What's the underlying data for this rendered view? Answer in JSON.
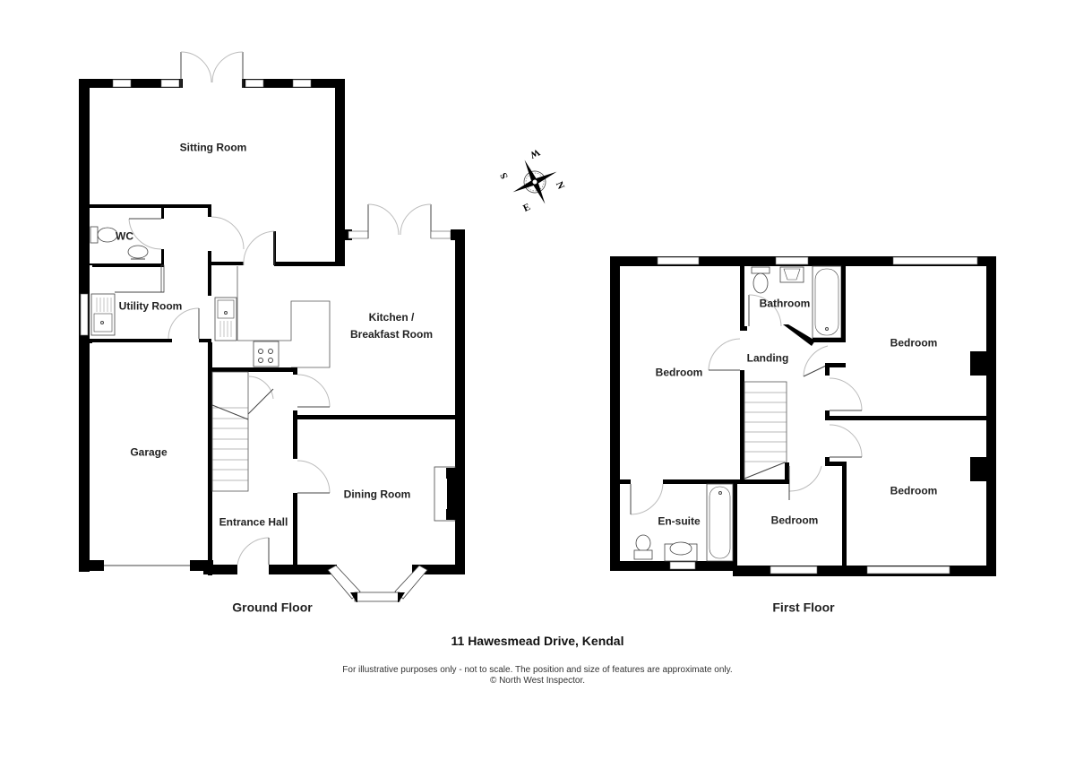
{
  "property": {
    "title": "11 Hawesmead Drive, Kendal",
    "disclaimer": "For illustrative purposes only - not to scale. The position and size of features are approximate only.",
    "copyright": "© North West Inspector."
  },
  "floors": {
    "ground": {
      "label": "Ground Floor",
      "rooms": {
        "sitting_room": "Sitting Room",
        "wc": "WC",
        "utility_room": "Utility Room",
        "kitchen_line1": "Kitchen /",
        "kitchen_line2": "Breakfast Room",
        "garage": "Garage",
        "entrance_hall": "Entrance Hall",
        "dining_room": "Dining Room"
      }
    },
    "first": {
      "label": "First Floor",
      "rooms": {
        "bathroom": "Bathroom",
        "landing": "Landing",
        "bedroom_left": "Bedroom",
        "bedroom_top_right": "Bedroom",
        "bedroom_bottom_right": "Bedroom",
        "bedroom_small": "Bedroom",
        "ensuite": "En-suite"
      }
    }
  },
  "compass": {
    "icon": "compass-rose-icon",
    "n": "N",
    "s": "S",
    "e": "E",
    "w": "W"
  },
  "colors": {
    "wall": "#000000",
    "door_arc": "#bbbbbb",
    "background": "#ffffff"
  }
}
